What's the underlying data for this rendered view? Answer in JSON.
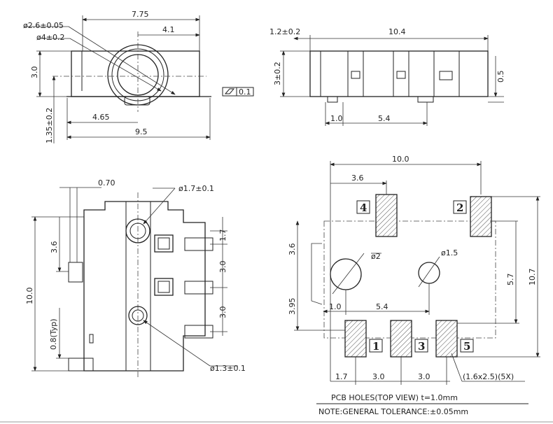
{
  "top_left_view": {
    "dim_width": "7.75",
    "dim_center": "4.1",
    "dim_hole_inner": "ø2.6±0.05",
    "dim_hole_outer": "ø4±0.2",
    "dim_height": "3.0",
    "dim_center_height": "1.35±0.2",
    "dim_offset": "4.65",
    "dim_overall": "9.5",
    "flatness_value": "0.1"
  },
  "top_right_view": {
    "dim_tab": "1.2±0.2",
    "dim_length": "10.4",
    "dim_height": "3±0.2",
    "dim_standoff": "0.5",
    "dim_pin_offset": "1.0",
    "dim_pin_spacing": "5.4"
  },
  "bottom_left_view": {
    "dim_top": "0.70",
    "dim_hole_large": "ø1.7±0.1",
    "dim_left_upper": "3.6",
    "dim_pitch_1": "1.7",
    "dim_pitch_2": "3.0",
    "dim_pitch_3": "3.0",
    "dim_total": "10.0",
    "dim_typ": "0.8(Typ)",
    "dim_hole_small": "ø1.3±0.1"
  },
  "pcb_layout": {
    "dim_width": "10.0",
    "dim_pad4_offset": "3.6",
    "dim_hole_big": "ø2",
    "dim_hole_small": "ø1.5",
    "dim_left_upper": "3.6",
    "dim_left_lower": "3.95",
    "dim_right_inner": "5.7",
    "dim_right_outer": "10.7",
    "dim_hole_offset": "1.0",
    "dim_hole_spacing": "5.4",
    "dim_bottom_1": "1.7",
    "dim_bottom_2": "3.0",
    "dim_bottom_3": "3.0",
    "pad_size_note": "(1.6x2.5)(5X)",
    "pad_labels": [
      "1",
      "2",
      "3",
      "4",
      "5"
    ],
    "title": "PCB HOLES(TOP VIEW) t=1.0mm",
    "note": "NOTE:GENERAL TOLERANCE:±0.05mm"
  }
}
